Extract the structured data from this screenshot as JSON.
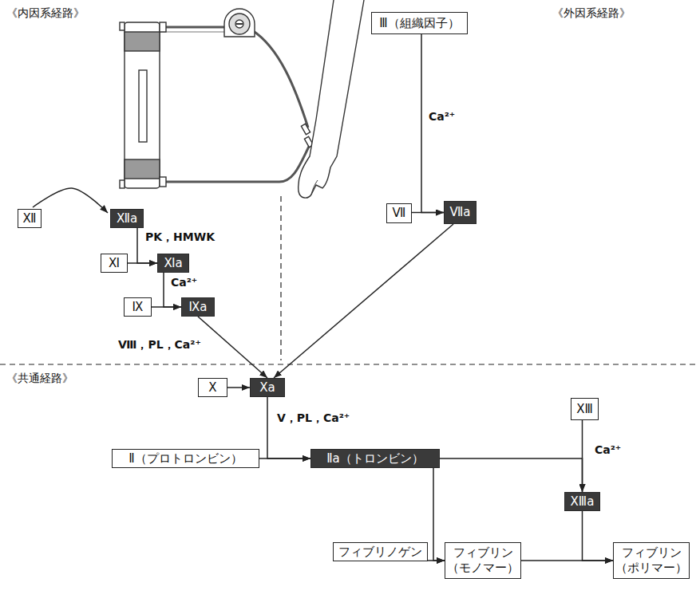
{
  "diagram": {
    "nodes": [
      {
        "text": [
          "Ⅻ"
        ]
      },
      {
        "text": [
          "Ⅻa"
        ]
      },
      {
        "text": [
          "Ⅺ"
        ]
      },
      {
        "text": [
          "Ⅺa"
        ]
      },
      {
        "text": [
          "Ⅸ"
        ]
      },
      {
        "text": [
          "Ⅸa"
        ]
      },
      {
        "text": [
          "Ⅲ（組織因子）"
        ]
      },
      {
        "text": [
          "Ⅶ"
        ]
      },
      {
        "text": [
          "Ⅶa"
        ]
      },
      {
        "text": [
          "Ⅹ"
        ]
      },
      {
        "text": [
          "Ⅹa"
        ]
      },
      {
        "text": [
          "Ⅱ（プロトロンビン）"
        ]
      },
      {
        "text": [
          "Ⅱa（トロンビン）"
        ]
      },
      {
        "text": [
          "ⅩⅢ"
        ]
      },
      {
        "text": [
          "ⅩⅢa"
        ]
      },
      {
        "text": [
          "フィブリノゲン"
        ]
      },
      {
        "text": [
          "フィブリン （モノマー）"
        ]
      },
      {
        "text": [
          "フィブリン （ポリマー）"
        ]
      }
    ],
    "edges": [
      {
        "from": 0,
        "to": 1,
        "arrow": "to"
      },
      {
        "from": 1,
        "to": 3,
        "label": "PK，HMWK",
        "arrow": "to"
      },
      {
        "from": 2,
        "to": 3,
        "arrow": "to"
      },
      {
        "from": 3,
        "to": 5,
        "label": "Ca²⁺",
        "arrow": "to"
      },
      {
        "from": 4,
        "to": 5,
        "arrow": "to"
      },
      {
        "from": 5,
        "to": 10,
        "label": "Ⅷ，PL，Ca²⁺",
        "arrow": "to"
      },
      {
        "from": 6,
        "to": 8,
        "label": "Ca²⁺",
        "arrow": "to"
      },
      {
        "from": 7,
        "to": 8,
        "arrow": "to"
      },
      {
        "from": 8,
        "to": 10,
        "arrow": "to"
      },
      {
        "from": 9,
        "to": 10,
        "arrow": "to"
      },
      {
        "from": 10,
        "to": 12,
        "label": "V，PL，Ca²⁺",
        "arrow": "to"
      },
      {
        "from": 11,
        "to": 12,
        "arrow": "to"
      },
      {
        "from": 12,
        "to": 14,
        "arrow": "to"
      },
      {
        "from": 13,
        "to": 14,
        "label": "Ca²⁺",
        "arrow": "to"
      },
      {
        "from": 12,
        "to": 16,
        "arrow": "to"
      },
      {
        "from": 15,
        "to": 16,
        "arrow": "to"
      },
      {
        "from": 14,
        "to": 17,
        "arrow": "to"
      },
      {
        "from": 16,
        "to": 17,
        "arrow": "to"
      }
    ],
    "labels": [
      "《内因系経路》",
      "《外因系経路》",
      "《共通経路》"
    ]
  }
}
